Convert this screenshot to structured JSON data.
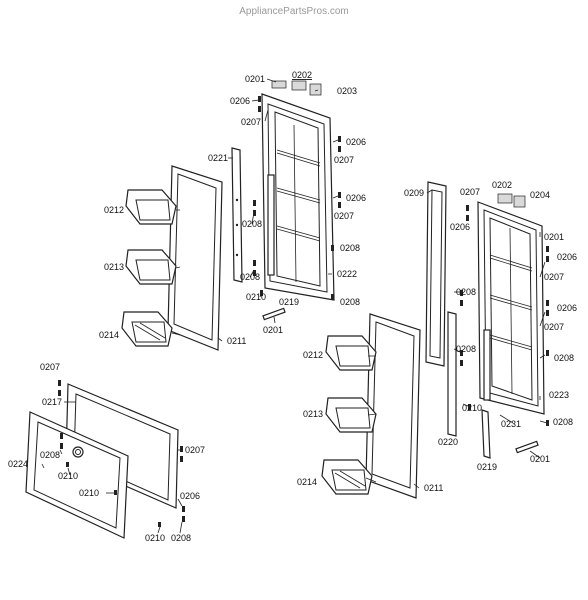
{
  "watermark": "AppliancePartsPros.com",
  "labels": {
    "l0201a": "0201",
    "l0202a": "0202",
    "l0203": "0203",
    "l0206a": "0206",
    "l0207a": "0207",
    "l0206b": "0206",
    "l0207b": "0207",
    "l0221": "0221",
    "l0206c": "0206",
    "l0207c": "0207",
    "l0212a": "0212",
    "l0208a": "0208",
    "l0208b": "0208",
    "l0213a": "0213",
    "l0208c": "0208",
    "l0222": "0222",
    "l0210a": "0210",
    "l0219a": "0219",
    "l0208d": "0208",
    "l0201b": "0201",
    "l0214a": "0214",
    "l0211a": "0211",
    "l0209": "0209",
    "l0207d": "0207",
    "l0202b": "0202",
    "l0204": "0204",
    "l0206d": "0206",
    "l0201c": "0201",
    "l0206e": "0206",
    "l0207e": "0207",
    "l0208e": "0208",
    "l0206f": "0206",
    "l0207f": "0207",
    "l0212b": "0212",
    "l0208f": "0208",
    "l0208g": "0208",
    "l0223": "0223",
    "l0213b": "0213",
    "l0210b": "0210",
    "l0231": "0231",
    "l0208h": "0208",
    "l0220": "0220",
    "l0219b": "0219",
    "l0201d": "0201",
    "l0214b": "0214",
    "l0211b": "0211",
    "l0207g": "0207",
    "l0217": "0217",
    "l0208i": "0208",
    "l0207h": "0207",
    "l0224": "0224",
    "l0210c": "0210",
    "l0210d": "0210",
    "l0206g": "0206",
    "l0210e": "0210",
    "l0208j": "0208"
  }
}
